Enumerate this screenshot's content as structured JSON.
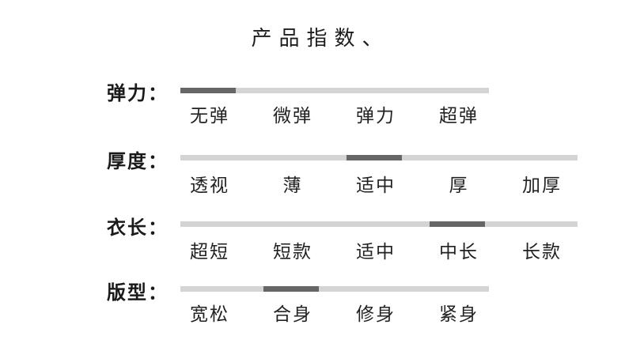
{
  "title": "产品指数、",
  "rows": [
    {
      "label": "弹力：",
      "options": [
        "无弹",
        "微弹",
        "弹力",
        "超弹"
      ],
      "selected_index": 0
    },
    {
      "label": "厚度：",
      "options": [
        "透视",
        "薄",
        "适中",
        "厚",
        "加厚"
      ],
      "selected_index": 2
    },
    {
      "label": "衣长：",
      "options": [
        "超短",
        "短款",
        "适中",
        "中长",
        "长款"
      ],
      "selected_index": 3
    },
    {
      "label": "版型：",
      "options": [
        "宽松",
        "合身",
        "修身",
        "紧身"
      ],
      "selected_index": 1
    }
  ],
  "colors": {
    "track": "#d4d4d4",
    "marker": "#666666",
    "text": "#222222"
  }
}
